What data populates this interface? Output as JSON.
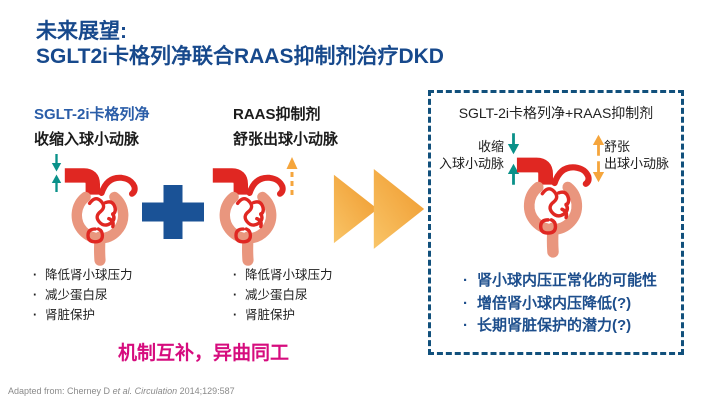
{
  "title": {
    "line1": "未来展望:",
    "line2": "SGLT2i卡格列净联合RAAS抑制剂治疗DKD"
  },
  "left_panel": {
    "header": "SGLT-2i卡格列净",
    "subheader": "收缩入球小动脉",
    "bullets": [
      "降低肾小球压力",
      "减少蛋白尿",
      "肾脏保护"
    ]
  },
  "middle_panel": {
    "header": "RAAS抑制剂",
    "subheader": "舒张出球小动脉",
    "bullets": [
      "降低肾小球压力",
      "减少蛋白尿",
      "肾脏保护"
    ]
  },
  "result_panel": {
    "title": "SGLT-2i卡格列净+RAAS抑制剂",
    "afferent_label_line1": "收缩",
    "afferent_label_line2": "入球小动脉",
    "efferent_label_line1": "舒张",
    "efferent_label_line2": "出球小动脉",
    "bullets": [
      "肾小球内压正常化的可能性",
      "增倍肾小球内压降低(?)",
      "长期肾脏保护的潜力(?)"
    ]
  },
  "tagline": "机制互补，异曲同工",
  "footnote": {
    "prefix": "Adapted from: Cherney D ",
    "italic1": "et al.",
    "mid": " ",
    "italic2": "Circulation",
    "suffix": " 2014;129:587"
  },
  "icons": {
    "plus_sign": "+",
    "double_chevron_right": "»",
    "constrict_arrows": "↓↑",
    "dilate_arrows": "↑↓",
    "dilate_dashed_up_arrow": "⇡"
  },
  "colors": {
    "title_blue": "#17498C",
    "header_blue": "#2A5DA8",
    "plus_blue": "#1A5296",
    "teal": "#0A9189",
    "orange": "#F5A53C",
    "red": "#E02722",
    "salmon": "#E9967E",
    "magenta": "#D60C7E",
    "result_border_blue": "#11507C",
    "result_text_blue": "#1D4E8C",
    "text_black": "#1F1F1F",
    "footnote_gray": "#8A8A8A"
  }
}
